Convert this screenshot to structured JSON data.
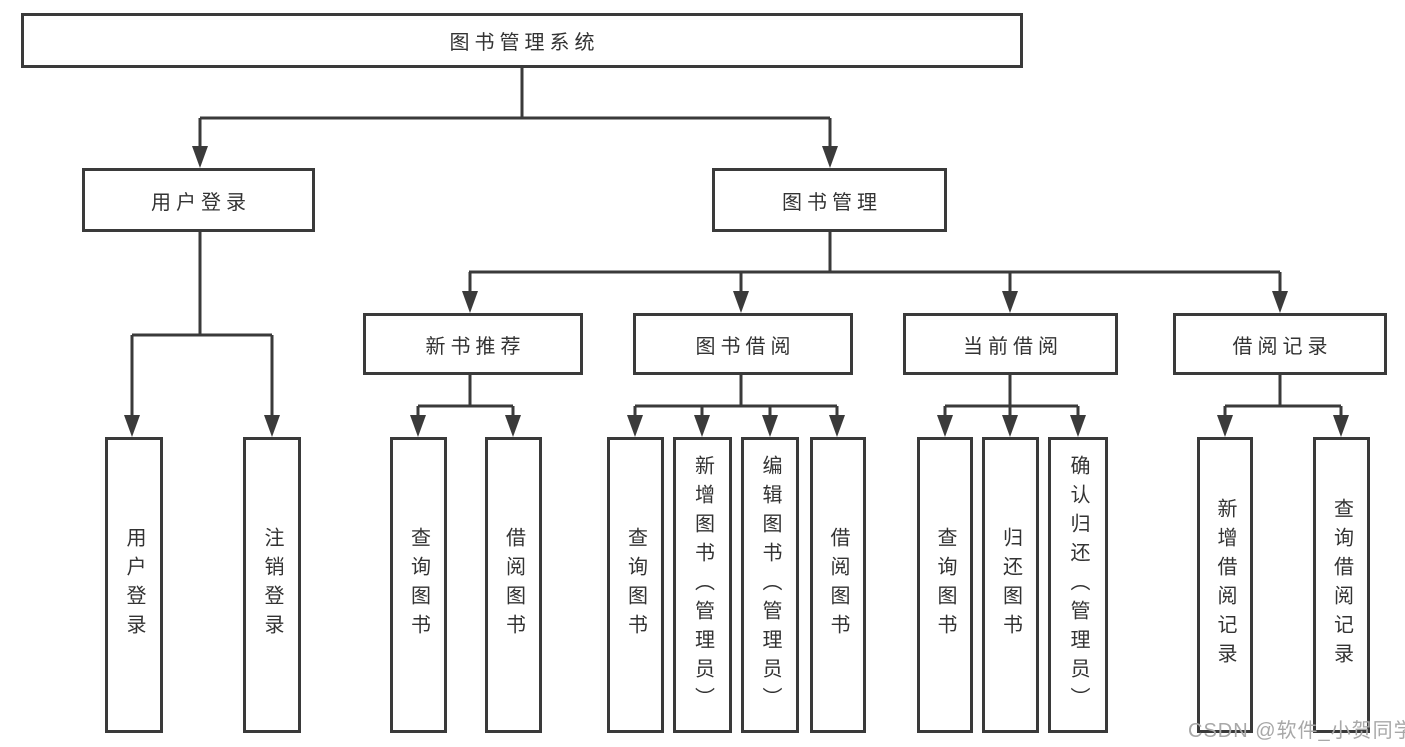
{
  "diagram": {
    "root": {
      "label": "图书管理系统"
    },
    "branches": [
      {
        "label": "用户登录",
        "children": [
          {
            "label": "用户登录"
          },
          {
            "label": "注销登录"
          }
        ]
      },
      {
        "label": "图书管理",
        "children": [
          {
            "label": "新书推荐",
            "children": [
              {
                "label": "查询图书"
              },
              {
                "label": "借阅图书"
              }
            ]
          },
          {
            "label": "图书借阅",
            "children": [
              {
                "label": "查询图书"
              },
              {
                "label": "新增图书（管理员）"
              },
              {
                "label": "编辑图书（管理员）"
              },
              {
                "label": "借阅图书"
              }
            ]
          },
          {
            "label": "当前借阅",
            "children": [
              {
                "label": "查询图书"
              },
              {
                "label": "归还图书"
              },
              {
                "label": "确认归还（管理员）"
              }
            ]
          },
          {
            "label": "借阅记录",
            "children": [
              {
                "label": "新增借阅记录"
              },
              {
                "label": "查询借阅记录"
              }
            ]
          }
        ]
      }
    ]
  },
  "watermark": {
    "text": "CSDN @软件_小贺同学"
  },
  "colors": {
    "line": "#3a3a3a",
    "box_border": "#3a3a3a",
    "text": "#333333",
    "background": "#ffffff",
    "watermark": "#a8a8a8"
  }
}
